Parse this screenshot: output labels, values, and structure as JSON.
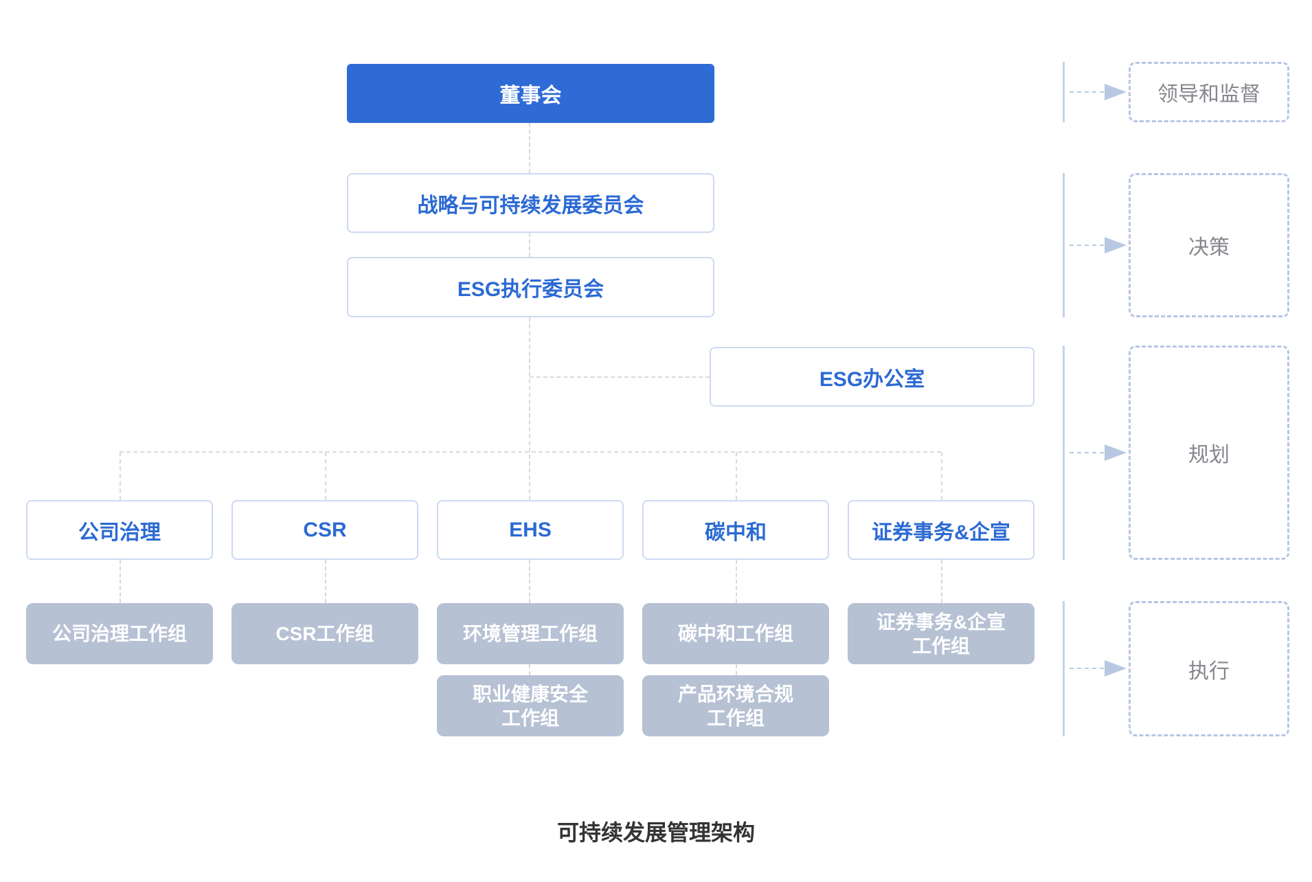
{
  "title": "可持续发展管理架构",
  "nodes": {
    "board": "董事会",
    "strategy_committee": "战略与可持续发展委员会",
    "esg_exec_committee": "ESG执行委员会",
    "esg_office": "ESG办公室"
  },
  "departments": [
    "公司治理",
    "CSR",
    "EHS",
    "碳中和",
    "证券事务&企宣"
  ],
  "workgroups_row1": [
    "公司治理工作组",
    "CSR工作组",
    "环境管理工作组",
    "碳中和工作组",
    "证券事务&企宣\n工作组"
  ],
  "workgroups_row2": [
    "职业健康安全\n工作组",
    "产品环境合规\n工作组"
  ],
  "stages": [
    "领导和监督",
    "决策",
    "规划",
    "执行"
  ],
  "colors": {
    "primary_blue": "#2e6bd5",
    "blue_text": "#2b6ad3",
    "light_blue_border": "#ccd9f1",
    "gray_fill": "#b6c1d4",
    "connector_gray": "#d9d9d9",
    "rail_blue": "#b9c8e2",
    "stage_border": "#b5c7e3",
    "stage_text": "#85878d",
    "title_text": "#333333"
  }
}
